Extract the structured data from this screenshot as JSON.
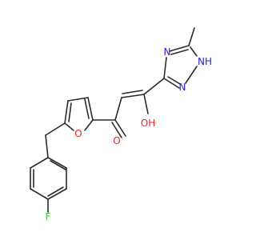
{
  "molecule": {
    "atoms": {
      "fluorine": {
        "label": "F",
        "color": "#33cc33"
      },
      "furan_oxygen": {
        "label": "O",
        "color": "#ff2020"
      },
      "carbonyl_oxygen": {
        "label": "O",
        "color": "#ff2020"
      },
      "hydroxyl": {
        "label": "OH",
        "color": "#ff2020"
      },
      "triazole_n_top": {
        "label": "N",
        "color": "#2020ff"
      },
      "triazole_nh": {
        "label": "NH",
        "color": "#2020ff"
      },
      "triazole_n_bottom": {
        "label": "N",
        "color": "#2020ff"
      }
    },
    "bond_color": "#2b2b2b"
  }
}
